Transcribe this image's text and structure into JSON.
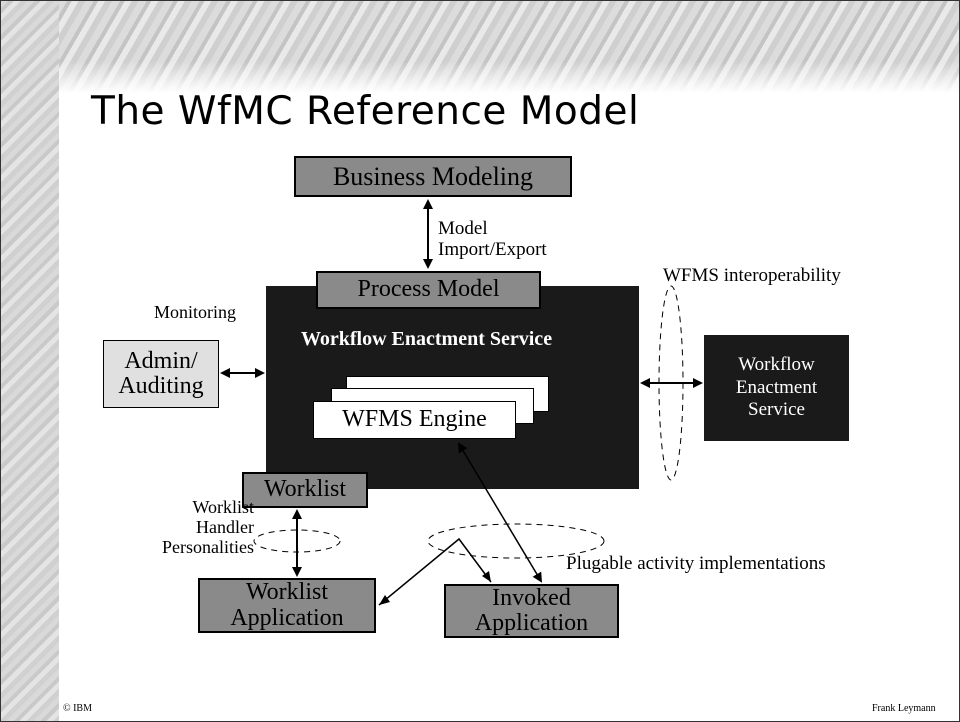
{
  "title": "The WfMC Reference Model",
  "boxes": {
    "business_modeling": "Business Modeling",
    "process_model": "Process Model",
    "workflow_enactment_service": "Workflow Enactment Service",
    "wfms_engine": "WFMS Engine",
    "admin_line1": "Admin/",
    "admin_line2": "Auditing",
    "remote_wes_line1": "Workflow",
    "remote_wes_line2": "Enactment",
    "remote_wes_line3": "Service",
    "worklist": "Worklist",
    "worklist_app_line1": "Worklist",
    "worklist_app_line2": "Application",
    "invoked_app_line1": "Invoked",
    "invoked_app_line2": "Application"
  },
  "labels": {
    "model_line1": "Model",
    "model_line2": "Import/Export",
    "wfms_interoperability": "WFMS interoperability",
    "monitoring": "Monitoring",
    "worklist_handler_line1": "Worklist",
    "worklist_handler_line2": "Handler",
    "worklist_handler_line3": "Personalities",
    "plugable": "Plugable activity implementations"
  },
  "footer": {
    "left": "© IBM",
    "right": "Frank Leymann"
  },
  "colors": {
    "dark_box": "#1a1a1a",
    "grey_box": "#8a8a8a",
    "light_box": "#e0e0e0"
  }
}
